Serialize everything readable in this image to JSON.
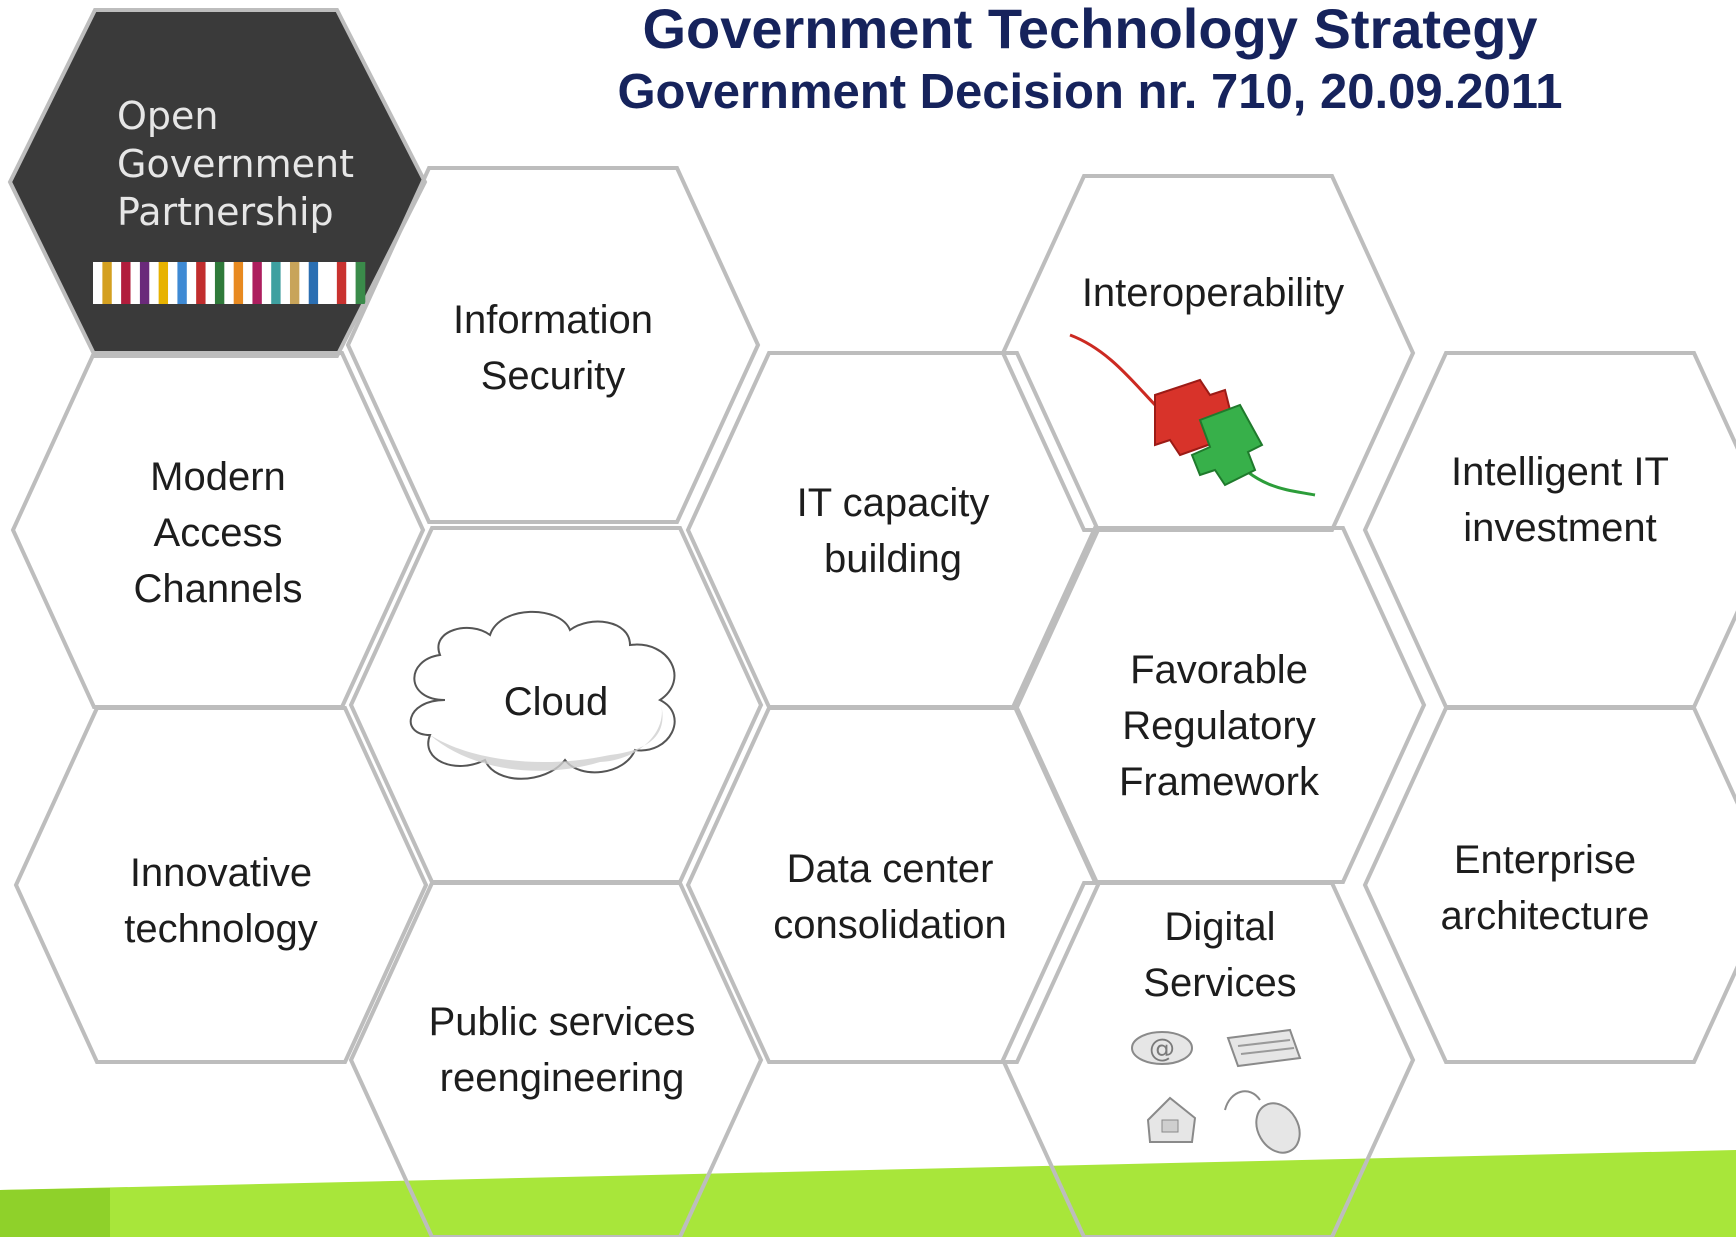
{
  "title": {
    "line1": "Government Technology Strategy",
    "line2": "Government Decision nr. 710, 20.09.2011"
  },
  "logo": {
    "lines": [
      "Open",
      "Government",
      "Partnership"
    ],
    "stripe_colors": [
      "#ffffff",
      "#d4a020",
      "#ffffff",
      "#b11d3c",
      "#ffffff",
      "#6a2a7a",
      "#ffffff",
      "#e7b200",
      "#ffffff",
      "#3e8ad4",
      "#ffffff",
      "#c12d2d",
      "#ffffff",
      "#2f7a3a",
      "#ffffff",
      "#e88a20",
      "#ffffff",
      "#ad1e5e",
      "#ffffff",
      "#3ea0a0",
      "#ffffff",
      "#c8a45a",
      "#ffffff",
      "#2b6fb2",
      "#ffffff",
      "#ffffff",
      "#c9322f",
      "#ffffff",
      "#3a8b4a"
    ]
  },
  "hexagons": [
    {
      "id": "information-security",
      "lines": [
        "Information",
        "Security"
      ]
    },
    {
      "id": "modern-access-channels",
      "lines": [
        "Modern",
        "Access",
        "Channels"
      ]
    },
    {
      "id": "cloud",
      "lines": [
        "Cloud"
      ]
    },
    {
      "id": "it-capacity-building",
      "lines": [
        "IT capacity",
        "building"
      ]
    },
    {
      "id": "interoperability",
      "lines": [
        "Interoperability"
      ]
    },
    {
      "id": "intelligent-it-investment",
      "lines": [
        "Intelligent IT",
        "investment"
      ]
    },
    {
      "id": "favorable-regulatory-framework",
      "lines": [
        "Favorable",
        "Regulatory",
        "Framework"
      ]
    },
    {
      "id": "innovative-technology",
      "lines": [
        "Innovative",
        "technology"
      ]
    },
    {
      "id": "data-center-consolidation",
      "lines": [
        "Data center",
        "consolidation"
      ]
    },
    {
      "id": "enterprise-architecture",
      "lines": [
        "Enterprise",
        "architecture"
      ]
    },
    {
      "id": "digital-services",
      "lines": [
        "Digital",
        "Services"
      ]
    },
    {
      "id": "public-services-reengineering",
      "lines": [
        "Public services",
        "reengineering"
      ]
    }
  ],
  "colors": {
    "title": "#16235c",
    "hex_stroke": "#bdbdbd",
    "logo_bg": "#3a3a3a",
    "footer_green": "#a8e63a"
  }
}
